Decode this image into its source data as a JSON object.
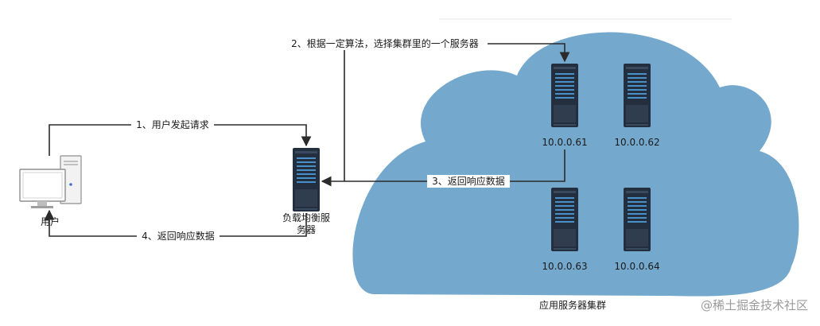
{
  "nodes": {
    "user": {
      "label": "用户"
    },
    "load_balancer": {
      "label_line1": "负载均衡服",
      "label_line2": "务器"
    },
    "cluster": {
      "label": "应用服务器集群",
      "color": "#74a9cd"
    },
    "servers": [
      {
        "label": "10.0.0.61"
      },
      {
        "label": "10.0.0.62"
      },
      {
        "label": "10.0.0.63"
      },
      {
        "label": "10.0.0.64"
      }
    ]
  },
  "edges": {
    "step1": "1、用户发起请求",
    "step2": "2、根据一定算法，选择集群里的一个服务器",
    "step3": "3、返回响应数据",
    "step4": "4、返回响应数据"
  },
  "watermark": "@稀土掘金技术社区",
  "colors": {
    "cloud": "#74a9cd",
    "server_dark": "#232f3e",
    "server_accent": "#4a90c8",
    "line": "#2b2b2b"
  }
}
